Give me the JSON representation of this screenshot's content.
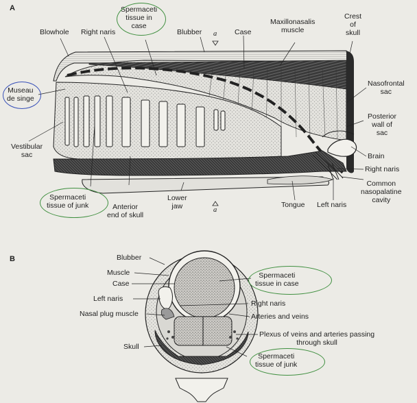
{
  "panel_a": {
    "letter": "A",
    "labels": {
      "blowhole": "Blowhole",
      "right_naris_top": "Right naris",
      "spermaceti_case": "Spermaceti\ntissue in\ncase",
      "blubber": "Blubber",
      "case": "Case",
      "maxillonasalis": "Maxillonasalis\nmuscle",
      "crest": "Crest\nof\nskull",
      "museau": "Museau\nde singe",
      "nasofrontal": "Nasofrontal\nsac",
      "posterior_wall": "Posterior\nwall of\nsac",
      "vestibular": "Vestibular\nsac",
      "brain": "Brain",
      "right_naris_bottom": "Right naris",
      "common_cavity": "Common\nnasopalatine\ncavity",
      "spermaceti_junk": "Spermaceti\ntissue of junk",
      "anterior_end": "Anterior\nend of skull",
      "lower_jaw": "Lower\njaw",
      "tongue": "Tongue",
      "left_naris": "Left naris",
      "section_top": "a",
      "section_bottom": "a"
    }
  },
  "panel_b": {
    "letter": "B",
    "labels": {
      "blubber": "Blubber",
      "muscle": "Muscle",
      "case": "Case",
      "left_naris": "Left naris",
      "nasal_plug": "Nasal plug muscle",
      "skull": "Skull",
      "spermaceti_case": "Spermaceti\ntissue in case",
      "right_naris": "Right naris",
      "arteries_veins": "Arteries and veins",
      "plexus": "Plexus of veins and arteries passing\nthrough skull",
      "spermaceti_junk": "Spermaceti\ntissue of junk"
    }
  },
  "colors": {
    "ink": "#1e1e1e",
    "background": "#ecebe6",
    "green_highlight": "#3f8f3f",
    "blue_highlight": "#3850b8"
  }
}
